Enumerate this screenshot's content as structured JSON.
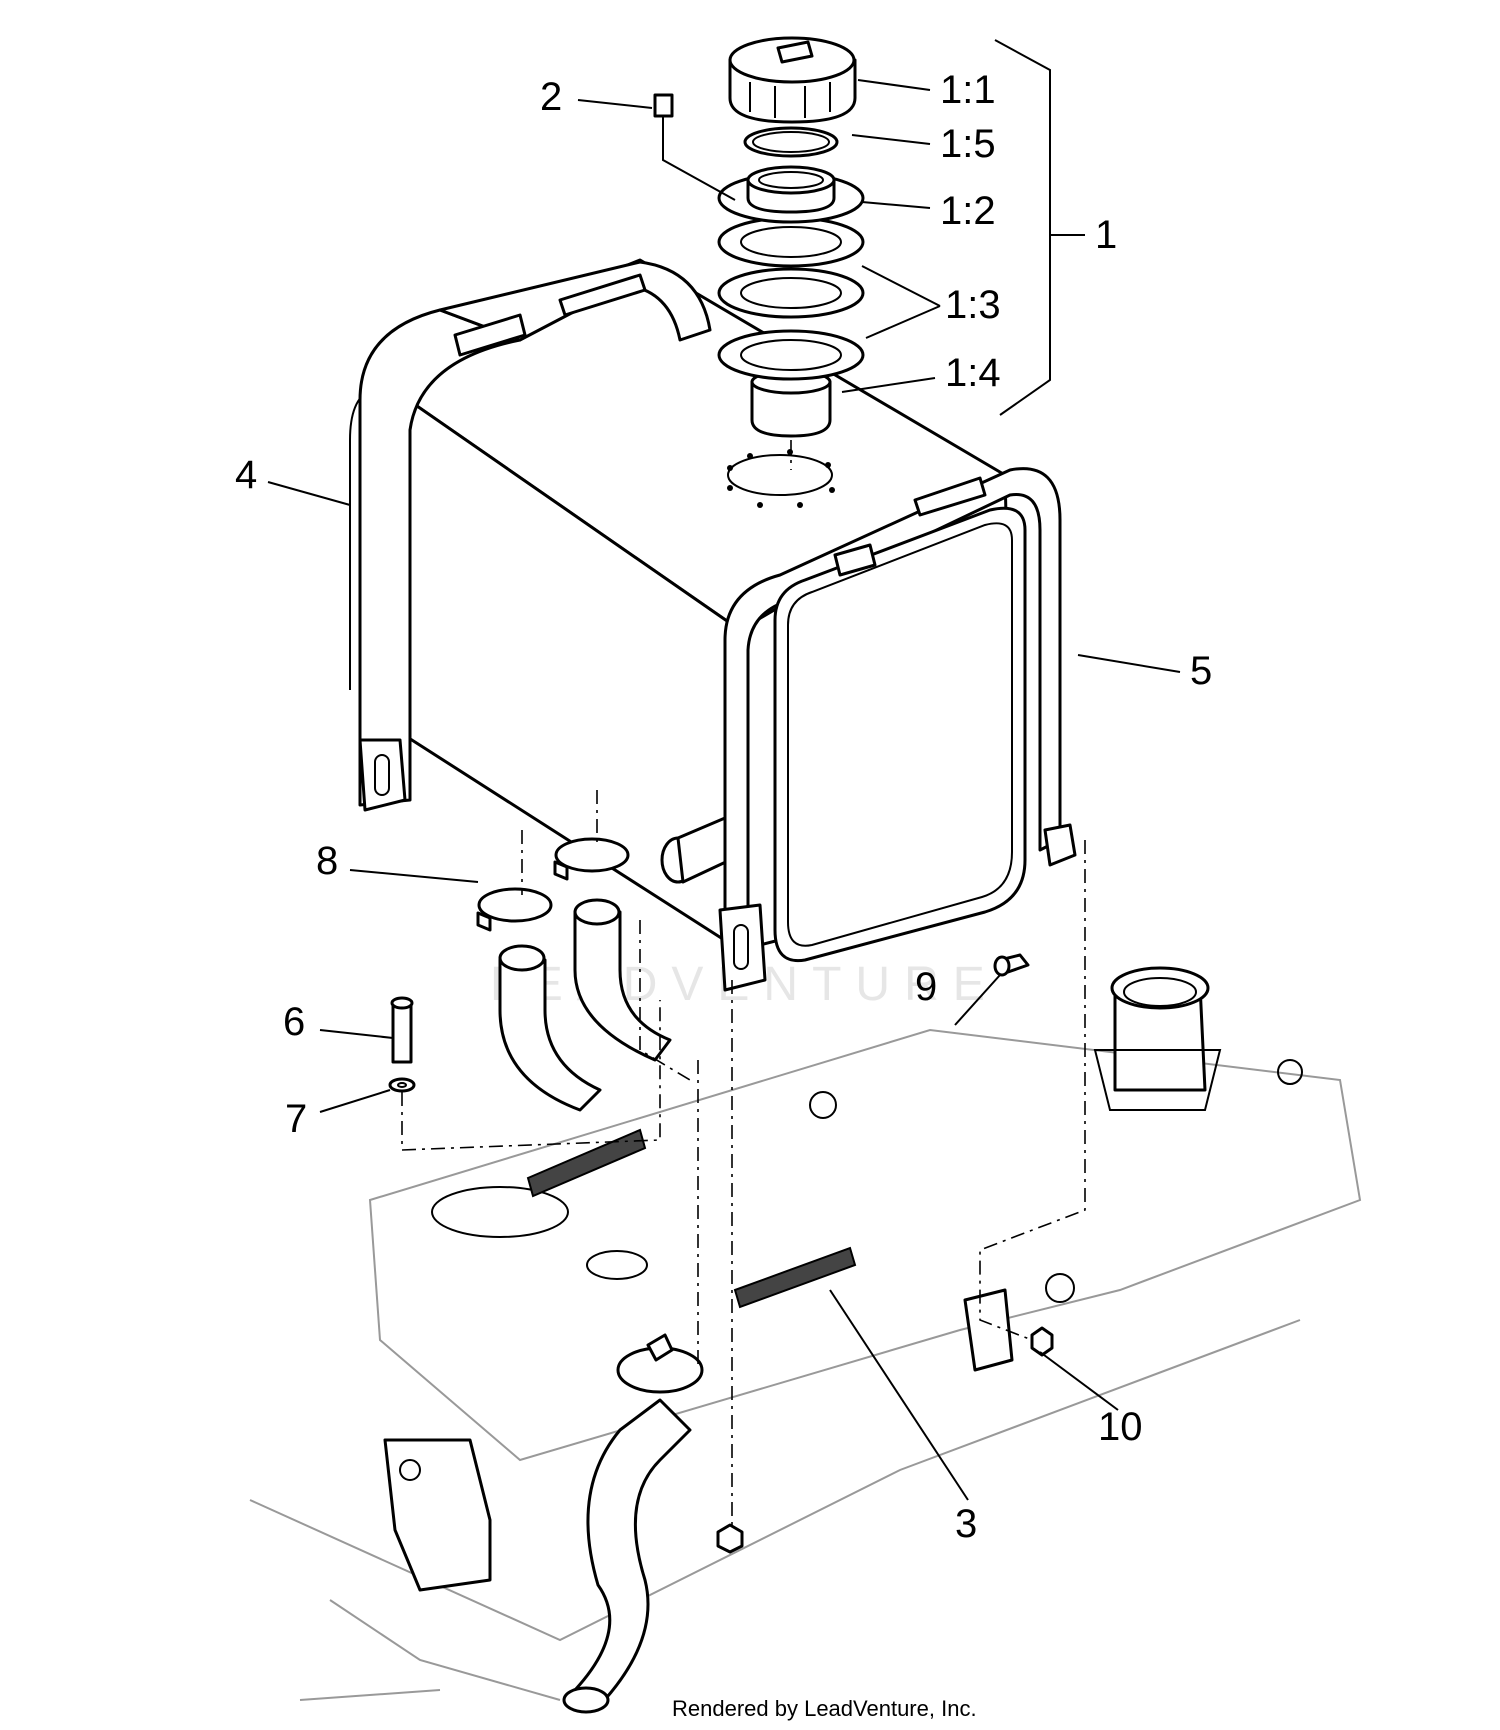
{
  "callouts": {
    "c1_1": "1:1",
    "c1_5": "1:5",
    "c1_2": "1:2",
    "c1": "1",
    "c1_3": "1:3",
    "c1_4": "1:4",
    "c2": "2",
    "c3": "3",
    "c4": "4",
    "c5": "5",
    "c6": "6",
    "c7": "7",
    "c8": "8",
    "c9": "9",
    "c10": "10"
  },
  "watermark": "LEADVENTURE",
  "credit": "Rendered by LeadVenture, Inc.",
  "colors": {
    "line": "#000000",
    "background": "#ffffff",
    "faint_frame": "#999999",
    "pad": "#444444",
    "watermark": "#e6e6e6"
  }
}
